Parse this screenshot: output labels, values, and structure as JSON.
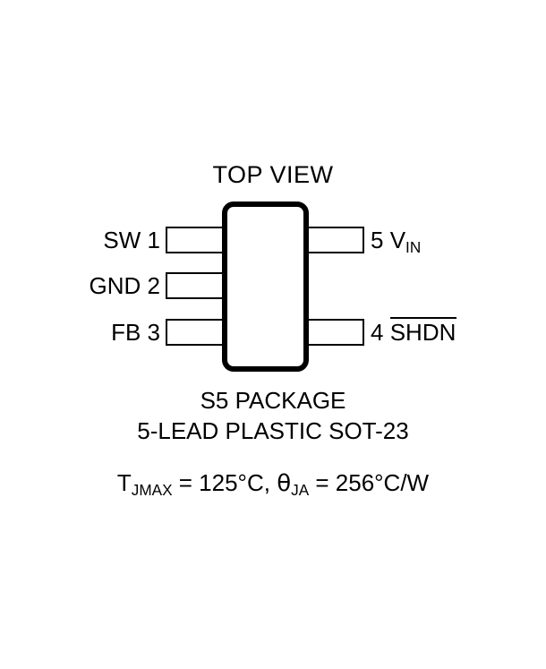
{
  "diagram": {
    "title": "TOP VIEW",
    "package_caption_line_1": "S5 PACKAGE",
    "package_caption_line_2": "5-LEAD PLASTIC SOT-23",
    "thermal": {
      "tj_symbol": "T",
      "tj_subscript": "JMAX",
      "tj_equals": " = ",
      "tj_value": "125°C,",
      "theta_symbol": "θ",
      "theta_subscript": "JA",
      "theta_equals": " = ",
      "theta_value": "256°C/W"
    },
    "pins": {
      "left": [
        {
          "name": "SW",
          "number": "1"
        },
        {
          "name": "GND",
          "number": "2"
        },
        {
          "name": "FB",
          "number": "3"
        }
      ],
      "right": [
        {
          "number": "5",
          "name": "V",
          "subscript": "IN",
          "overbar": false
        },
        {
          "number": "4",
          "name": "SHDN",
          "subscript": "",
          "overbar": true
        }
      ]
    },
    "colors": {
      "outline": "#000000",
      "background": "#ffffff",
      "text": "#000000"
    }
  }
}
